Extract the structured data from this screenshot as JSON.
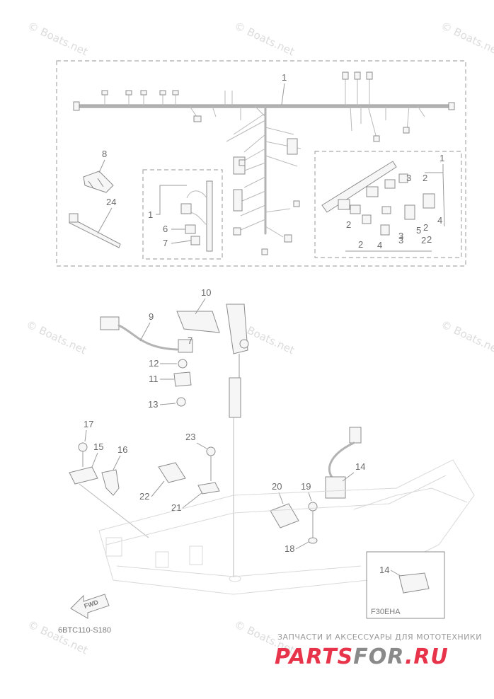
{
  "watermark": "© Boats.net",
  "callouts": [
    "1",
    "8",
    "24",
    "1",
    "6",
    "7",
    "1",
    "3",
    "2",
    "2",
    "3",
    "2",
    "5",
    "2",
    "4",
    "2",
    "4",
    "3",
    "2",
    "10",
    "9",
    "7",
    "12",
    "11",
    "13",
    "17",
    "15",
    "16",
    "23",
    "22",
    "21",
    "14",
    "20",
    "19",
    "18",
    "14"
  ],
  "inset_label": "F30EHA",
  "diagram_code": "6BTC110-S180",
  "fwd_label": "FWD",
  "brand": {
    "tagline": "ЗАПЧАСТИ И АКСЕССУАРЫ ДЛЯ МОТОТЕХНИКИ",
    "name_part1": "PARTS",
    "name_part2": "FOR",
    "name_part3": ".RU",
    "color_red": "#e8344a",
    "color_gray": "#8a8a8a"
  }
}
